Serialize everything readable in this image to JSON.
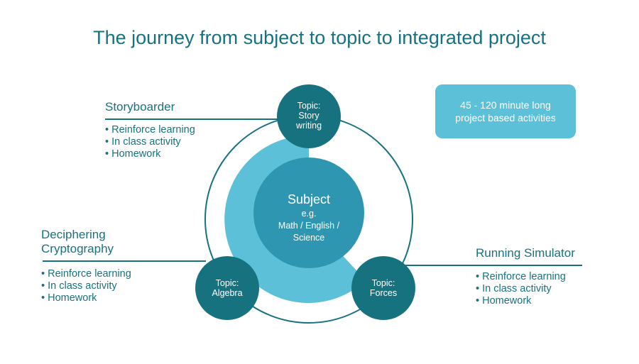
{
  "title": "The journey from subject to topic to integrated project",
  "subject": {
    "title": "Subject",
    "example_prefix": "e.g.",
    "example_line1": "Math / English /",
    "example_line2": "Science"
  },
  "topics": [
    {
      "line1": "Topic:",
      "line2": "Story",
      "line3": "writing"
    },
    {
      "line1": "Topic:",
      "line2": "Algebra"
    },
    {
      "line1": "Topic:",
      "line2": "Forces"
    }
  ],
  "projects": [
    {
      "name_line1": "Storyboarder",
      "bullets": [
        "Reinforce learning",
        "In class activity",
        "Homework"
      ]
    },
    {
      "name_line1": "Deciphering",
      "name_line2": "Cryptography",
      "bullets": [
        "Reinforce learning",
        "In class activity",
        "Homework"
      ]
    },
    {
      "name_line1": "Running Simulator",
      "bullets": [
        "Reinforce learning",
        "In class activity",
        "Homework"
      ]
    }
  ],
  "note": {
    "line1": "45 - 120 minute long",
    "line2": "project based activities"
  },
  "colors": {
    "dark_teal": "#17727f",
    "light_blue": "#5cc1d8",
    "mid_teal": "#3a9ab3",
    "title": "#17727f"
  }
}
